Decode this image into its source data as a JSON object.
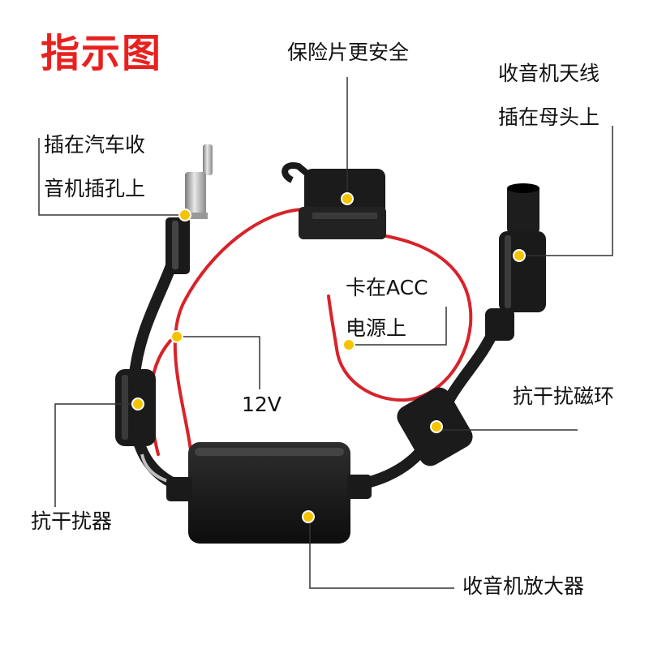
{
  "title": "指示图",
  "labels": {
    "fuse": "保险片更安全",
    "radio_antenna_1": "收音机天线",
    "radio_antenna_2": "插在母头上",
    "plug_1": "插在汽车收",
    "plug_2": "音机插孔上",
    "acc_1": "卡在ACC",
    "acc_2": "电源上",
    "voltage": "12V",
    "ferrite_right": "抗干扰磁环",
    "ferrite_left": "抗干扰器",
    "amplifier": "收音机放大器"
  },
  "colors": {
    "title": "#e8211f",
    "marker": "#f5c400",
    "red_wire": "#d8232a",
    "cable": "#1c1c1c",
    "leader_line": "#333333"
  },
  "icons": [
    "marker-dot-icon"
  ]
}
